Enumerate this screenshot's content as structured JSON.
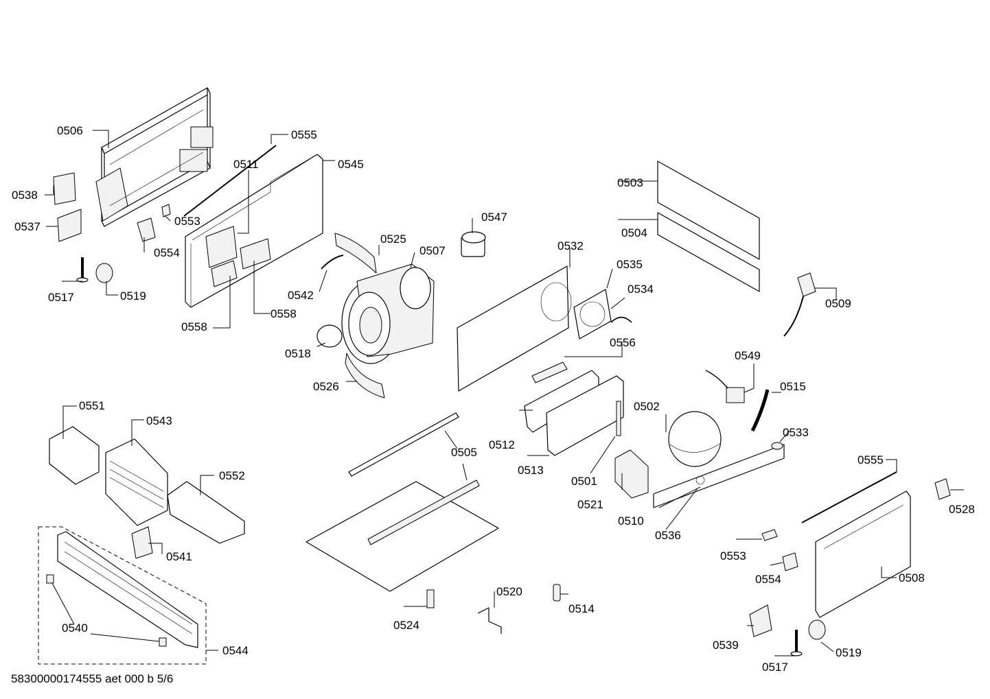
{
  "labels": {
    "0506": "0506",
    "0555a": "0555",
    "0545": "0545",
    "0538": "0538",
    "0511": "0511",
    "0537": "0537",
    "0553a": "0553",
    "0554a": "0554",
    "0517a": "0517",
    "0519a": "0519",
    "0558a": "0558",
    "0558b": "0558",
    "0547": "0547",
    "0525": "0525",
    "0507": "0507",
    "0542": "0542",
    "0518": "0518",
    "0526": "0526",
    "0503": "0503",
    "0504": "0504",
    "0532": "0532",
    "0535": "0535",
    "0534": "0534",
    "0509": "0509",
    "0556": "0556",
    "0549": "0549",
    "0515": "0515",
    "0502": "0502",
    "0512": "0512",
    "0513": "0513",
    "0501": "0501",
    "0533": "0533",
    "0505": "0505",
    "0521": "0521",
    "0510": "0510",
    "0536": "0536",
    "0551": "0551",
    "0543": "0543",
    "0552": "0552",
    "0541": "0541",
    "0540": "0540",
    "0544": "0544",
    "0524": "0524",
    "0520": "0520",
    "0514": "0514",
    "0555b": "0555",
    "0528": "0528",
    "0553b": "0553",
    "0554b": "0554",
    "0508": "0508",
    "0539": "0539",
    "0517b": "0517",
    "0519b": "0519"
  },
  "footer": {
    "reference": "58300000174555 aet 000 b 5/6"
  }
}
